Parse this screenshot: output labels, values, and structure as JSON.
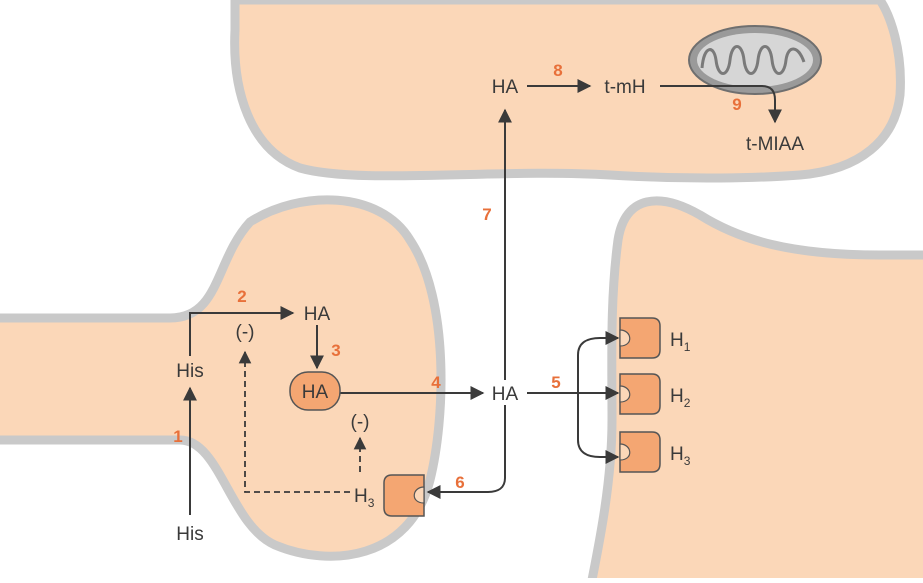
{
  "nodes": {
    "his_bottom": "His",
    "his_mid": "His",
    "ha_synth": "HA",
    "ha_vesicle": "HA",
    "ha_cleft": "HA",
    "ha_post": "HA",
    "tmh": "t-mH",
    "tmiaa": "t-MIAA",
    "inhibit_1": "(-)",
    "inhibit_2": "(-)"
  },
  "receptors": {
    "h1": {
      "letter": "H",
      "sub": "1"
    },
    "h2": {
      "letter": "H",
      "sub": "2"
    },
    "h3_post": {
      "letter": "H",
      "sub": "3"
    },
    "h3_auto": {
      "letter": "H",
      "sub": "3"
    }
  },
  "steps": [
    "1",
    "2",
    "3",
    "4",
    "5",
    "6",
    "7",
    "8",
    "9"
  ],
  "colors": {
    "cytoplasm": "#fbd7b8",
    "membrane": "#c9c9c9",
    "receptor": "#f4a672",
    "step_number": "#e8703a",
    "text": "#3a3a3a",
    "mitochondrion": "#bdbdbd"
  }
}
